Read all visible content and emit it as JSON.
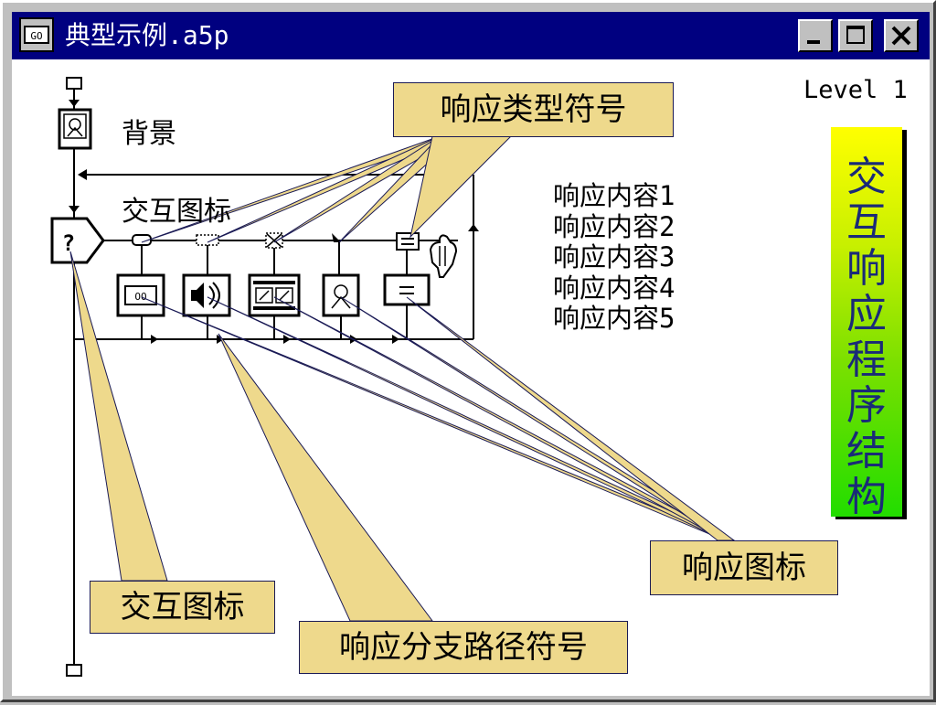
{
  "window": {
    "title": "典型示例.a5p",
    "minimize_icon": "minimize-icon",
    "maximize_icon": "maximize-icon",
    "close_icon": "close-icon"
  },
  "level_label": "Level 1",
  "flowline": {
    "background_label": "背景",
    "interaction_label": "交互图标"
  },
  "response_contents": [
    "响应内容1",
    "响应内容2",
    "响应内容3",
    "响应内容4",
    "响应内容5"
  ],
  "callouts": {
    "response_type_symbol": "响应类型符号",
    "interaction_icon": "交互图标",
    "branch_path_symbol": "响应分支路径符号",
    "response_icon": "响应图标"
  },
  "side_title": [
    "交",
    "互",
    "响",
    "应",
    "程",
    "序",
    "结",
    "构"
  ],
  "colors": {
    "titlebar": "#000080",
    "callout_fill": "#eed98c",
    "side_gradient_top": "#ffff00",
    "side_gradient_bottom": "#22dd00",
    "side_text": "#1a2a78"
  }
}
